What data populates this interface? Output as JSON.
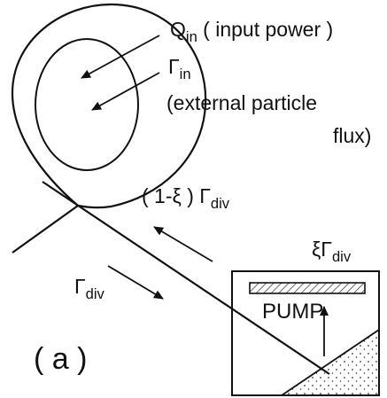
{
  "labels": {
    "q_in": {
      "main": "Q",
      "sub": "in",
      "desc": " ( input  power )"
    },
    "gamma_in": {
      "main": "Γ",
      "sub": "in"
    },
    "external_line1": "(external  particle",
    "external_line2": "flux)",
    "return_flux": {
      "prefix": "( 1-ξ ) Γ",
      "sub": "div"
    },
    "pumped_flux": {
      "prefix": "ξΓ",
      "sub": "div"
    },
    "div_flux": {
      "main": "Γ",
      "sub": "div"
    },
    "pump": "PUMP",
    "panel": "( a )"
  }
}
